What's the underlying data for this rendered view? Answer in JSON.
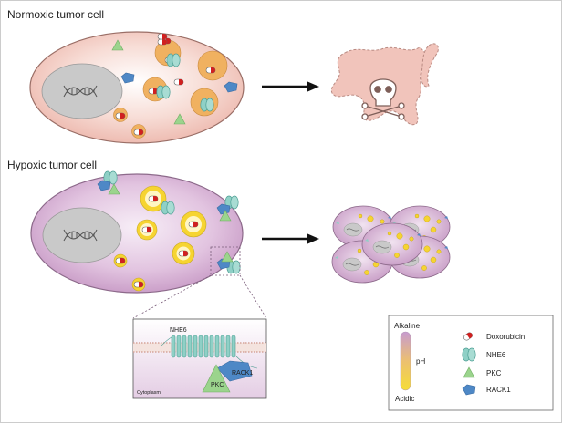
{
  "panels": {
    "normoxic_title": "Normoxic tumor cell",
    "hypoxic_title": "Hypoxic tumor cell"
  },
  "inset": {
    "protein_label": "NHE6",
    "rack_label": "RACK1",
    "pkc_label": "PKC",
    "compartment_label": "Cytoplasm"
  },
  "legend": {
    "ph_top": "Alkaline",
    "ph_bottom": "Acidic",
    "ph_axis": "pH",
    "items": [
      {
        "label": "Doxorubicin",
        "icon": "capsule-icon"
      },
      {
        "label": "NHE6",
        "icon": "nhe6-transporter-icon"
      },
      {
        "label": "PKC",
        "icon": "triangle-icon"
      },
      {
        "label": "RACK1",
        "icon": "pentagon-icon"
      }
    ]
  },
  "colors": {
    "normoxic_cell": "#f2c9c0",
    "hypoxic_cell": "#d7b2d5",
    "nucleus": "#c9c9c9",
    "vesicle_orange": "#f0b160",
    "vesicle_yellow": "#f6d431",
    "nhe6": "#8fd0c6",
    "pkc": "#9bd48d",
    "rack1": "#4e88c6",
    "doxorubicin": "#d02020",
    "dead_cell": "#f1c4bb"
  }
}
